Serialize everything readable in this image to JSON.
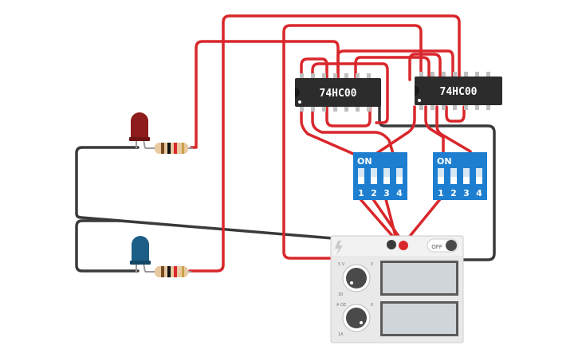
{
  "chips": [
    {
      "label": "74HC00"
    },
    {
      "label": "74HC00"
    }
  ],
  "dip_switches": [
    {
      "label": "ON",
      "numbers": [
        "1",
        "2",
        "3",
        "4"
      ]
    },
    {
      "label": "ON",
      "numbers": [
        "1",
        "2",
        "3",
        "4"
      ]
    }
  ],
  "power_supply": {
    "switch_label": "OFF",
    "knob1_top": "5 V",
    "knob1_bottom": "30",
    "knob1_right": "0",
    "knob2_top": "A OE",
    "knob2_bottom": "1A",
    "knob2_right": "0"
  },
  "colors": {
    "wire_red": "#d9272c",
    "wire_black": "#3a3a3a",
    "chip": "#2c2c2c",
    "dip": "#1e7fd0",
    "led_red": "#8e1c1c",
    "led_blue": "#1d5e86"
  }
}
